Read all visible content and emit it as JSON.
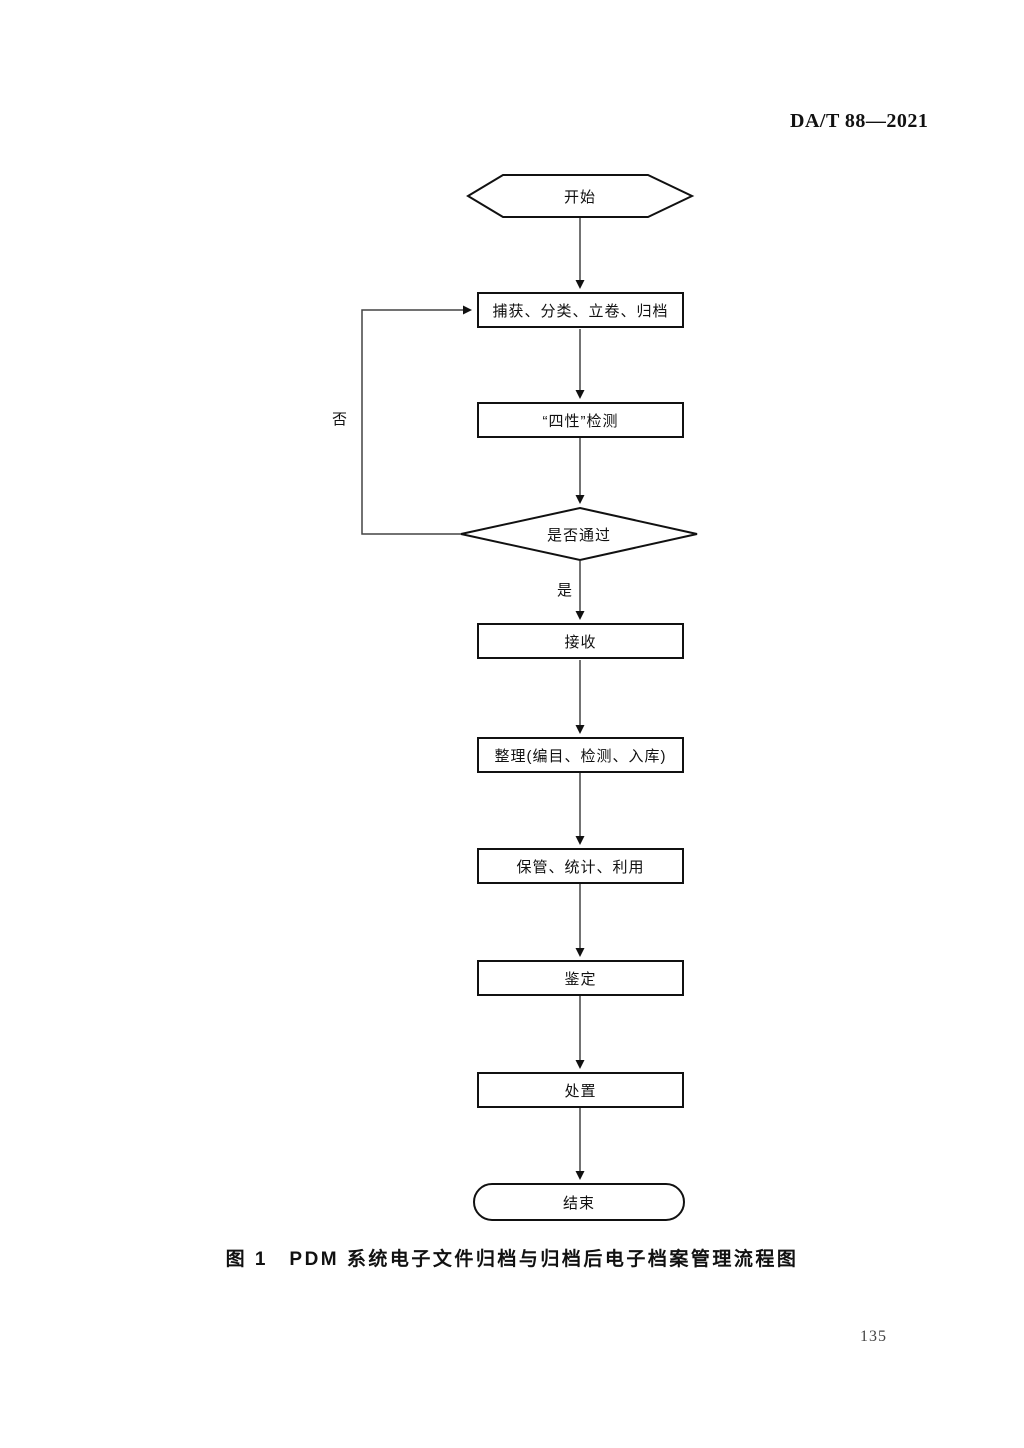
{
  "page": {
    "header": "DA/T 88—2021",
    "caption": "图 1　PDM 系统电子文件归档与归档后电子档案管理流程图",
    "page_number": "135"
  },
  "flowchart": {
    "nodes": [
      {
        "id": "start",
        "type": "hexagon",
        "label": "开始"
      },
      {
        "id": "capture",
        "type": "process",
        "label": "捕获、分类、立卷、归档"
      },
      {
        "id": "check",
        "type": "process",
        "label": "“四性”检测"
      },
      {
        "id": "decision",
        "type": "decision",
        "label": "是否通过"
      },
      {
        "id": "receive",
        "type": "process",
        "label": "接收"
      },
      {
        "id": "organize",
        "type": "process",
        "label": "整理(编目、检测、入库)"
      },
      {
        "id": "keep",
        "type": "process",
        "label": "保管、统计、利用"
      },
      {
        "id": "appraise",
        "type": "process",
        "label": "鉴定"
      },
      {
        "id": "dispose",
        "type": "process",
        "label": "处置"
      },
      {
        "id": "end",
        "type": "terminator",
        "label": "结束"
      }
    ],
    "edge_labels": {
      "yes": "是",
      "no": "否"
    },
    "edges": [
      {
        "from": "start",
        "to": "capture"
      },
      {
        "from": "capture",
        "to": "check"
      },
      {
        "from": "check",
        "to": "decision"
      },
      {
        "from": "decision",
        "to": "receive",
        "label": "是"
      },
      {
        "from": "decision",
        "to": "capture",
        "label": "否"
      },
      {
        "from": "receive",
        "to": "organize"
      },
      {
        "from": "organize",
        "to": "keep"
      },
      {
        "from": "keep",
        "to": "appraise"
      },
      {
        "from": "appraise",
        "to": "dispose"
      },
      {
        "from": "dispose",
        "to": "end"
      }
    ],
    "colors": {
      "stroke": "#111111",
      "connector": "#444444",
      "background": "#ffffff"
    }
  }
}
